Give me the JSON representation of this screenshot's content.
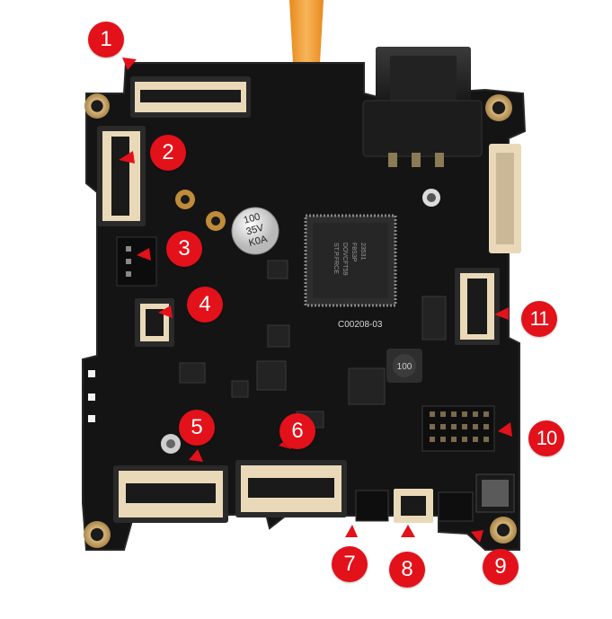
{
  "image": {
    "subject": "pcb-board",
    "colors": {
      "background": "#ffffff",
      "board": "#141414",
      "board_edge": "#1f1f1f",
      "connector_body": "#ead9b8",
      "connector_dark": "#2b2b2b",
      "marker": "#e3111a",
      "marker_text": "#ffffff",
      "cable": "#f29a2e",
      "mount_gold": "#c9a76a",
      "silkscreen": "#d7d7d7"
    }
  },
  "silkscreen": {
    "board_code": "C00208-03",
    "capacitor_text": [
      "100",
      "35V",
      "K0A"
    ],
    "inductor_text": "100",
    "ic_text": [
      "ST.P.FRCE",
      "DOVCFT59",
      "F8S3P",
      "23531"
    ]
  },
  "markers": [
    {
      "label": "1"
    },
    {
      "label": "2"
    },
    {
      "label": "3"
    },
    {
      "label": "4"
    },
    {
      "label": "5"
    },
    {
      "label": "6"
    },
    {
      "label": "7"
    },
    {
      "label": "8"
    },
    {
      "label": "9"
    },
    {
      "label": "10"
    },
    {
      "label": "11"
    }
  ]
}
